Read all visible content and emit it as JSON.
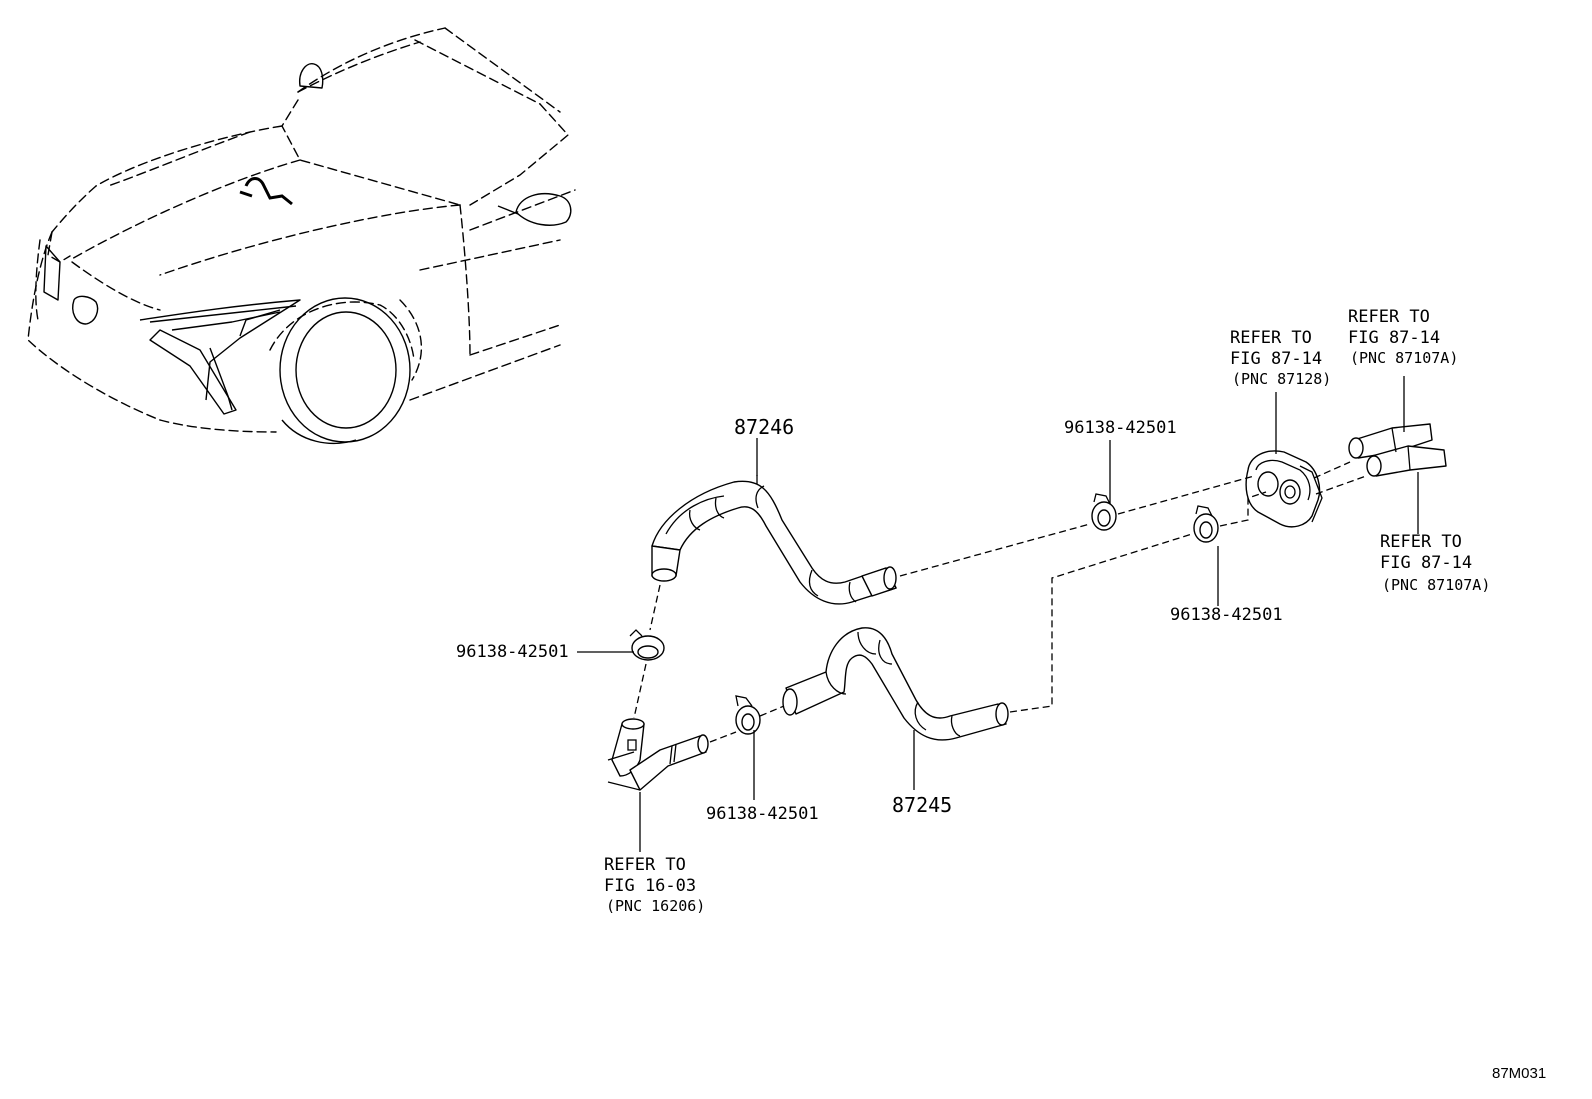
{
  "labels": {
    "hose_upper": "87246",
    "hose_lower": "87245",
    "clamp_left": "96138-42501",
    "clamp_lower_mid": "96138-42501",
    "clamp_upper_right": "96138-42501",
    "clamp_right": "96138-42501"
  },
  "references": {
    "valve": {
      "line1": "REFER TO",
      "line2": "FIG 87-14",
      "line3": "(PNC 87128)"
    },
    "pipe_upper": {
      "line1": "REFER TO",
      "line2": "FIG 87-14",
      "line3": "(PNC 87107A)"
    },
    "pipe_lower": {
      "line1": "REFER TO",
      "line2": "FIG 87-14",
      "line3": "(PNC 87107A)"
    },
    "engine": {
      "line1": "REFER TO",
      "line2": "FIG 16-03",
      "line3": "(PNC 16206)"
    }
  },
  "figure_id": "87M031"
}
